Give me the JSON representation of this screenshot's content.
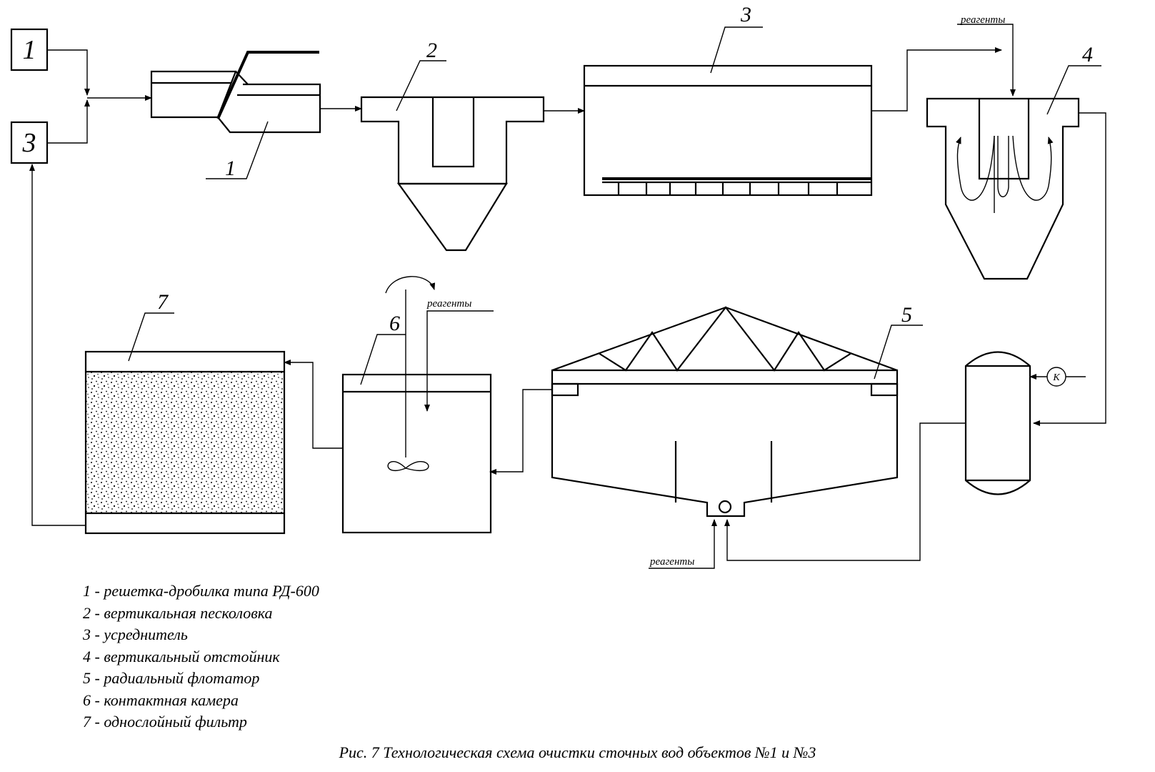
{
  "source_boxes": [
    {
      "label": "1"
    },
    {
      "label": "3"
    }
  ],
  "units": {
    "u1": "1",
    "u2": "2",
    "u3": "3",
    "u4": "4",
    "u5": "5",
    "u6": "6",
    "u7": "7"
  },
  "reagents": {
    "r4": "реагенты",
    "r6": "реагенты",
    "r5": "реагенты"
  },
  "compressor_label": "К",
  "legend": [
    "1 - решетка-дробилка типа РД-600",
    "2 - вертикальная песколовка",
    "3 - усреднитель",
    "4 - вертикальный отстойник",
    "5 - радиальный флотатор",
    "6 - контактная камера",
    "7 - однослойный фильтр"
  ],
  "caption": "Рис. 7 Технологическая схема очистки сточных вод объектов №1 и №3"
}
